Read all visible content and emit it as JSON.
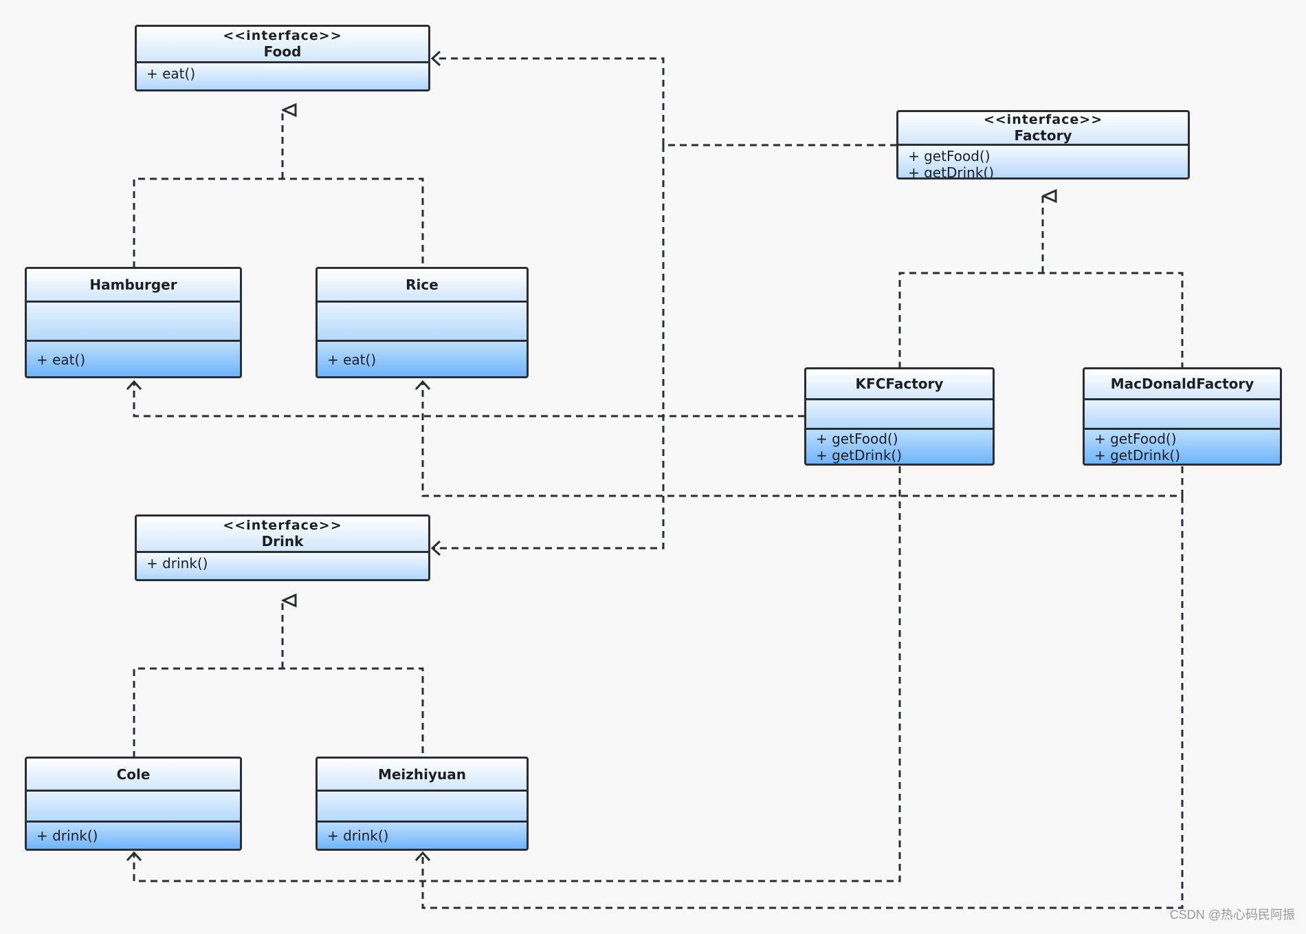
{
  "diagram": {
    "classes": {
      "food": {
        "stereotype": "<<interface>>",
        "name": "Food",
        "operations": [
          "+ eat()"
        ]
      },
      "factory": {
        "stereotype": "<<interface>>",
        "name": "Factory",
        "operations": [
          "+ getFood()",
          "+ getDrink()"
        ]
      },
      "hamburger": {
        "name": "Hamburger",
        "operations": [
          "+ eat()"
        ]
      },
      "rice": {
        "name": "Rice",
        "operations": [
          "+ eat()"
        ]
      },
      "kfc_factory": {
        "name": "KFCFactory",
        "operations": [
          "+ getFood()",
          "+ getDrink()"
        ]
      },
      "macdonald_factory": {
        "name": "MacDonaldFactory",
        "operations": [
          "+ getFood()",
          "+ getDrink()"
        ]
      },
      "drink": {
        "stereotype": "<<interface>>",
        "name": "Drink",
        "operations": [
          "+ drink()"
        ]
      },
      "cole": {
        "name": "Cole",
        "operations": [
          "+ drink()"
        ]
      },
      "meizhiyuan": {
        "name": "Meizhiyuan",
        "operations": [
          "+ drink()"
        ]
      }
    },
    "relations": [
      {
        "type": "realization",
        "from": "Hamburger",
        "to": "Food"
      },
      {
        "type": "realization",
        "from": "Rice",
        "to": "Food"
      },
      {
        "type": "realization",
        "from": "Cole",
        "to": "Drink"
      },
      {
        "type": "realization",
        "from": "Meizhiyuan",
        "to": "Drink"
      },
      {
        "type": "realization",
        "from": "KFCFactory",
        "to": "Factory"
      },
      {
        "type": "realization",
        "from": "MacDonaldFactory",
        "to": "Factory"
      },
      {
        "type": "dependency",
        "from": "Factory",
        "to": "Food"
      },
      {
        "type": "dependency",
        "from": "Factory",
        "to": "Drink"
      },
      {
        "type": "dependency",
        "from": "KFCFactory",
        "to": "Hamburger"
      },
      {
        "type": "dependency",
        "from": "KFCFactory",
        "to": "Cole"
      },
      {
        "type": "dependency",
        "from": "MacDonaldFactory",
        "to": "Rice"
      },
      {
        "type": "dependency",
        "from": "MacDonaldFactory",
        "to": "Meizhiyuan"
      }
    ],
    "colors": {
      "background": "#f8f8f8",
      "line": "#2a2d32",
      "class_fill_top": "#ffffff",
      "class_fill_bottom": "#6fb4fb"
    }
  },
  "watermark": "CSDN @热心码民阿振"
}
